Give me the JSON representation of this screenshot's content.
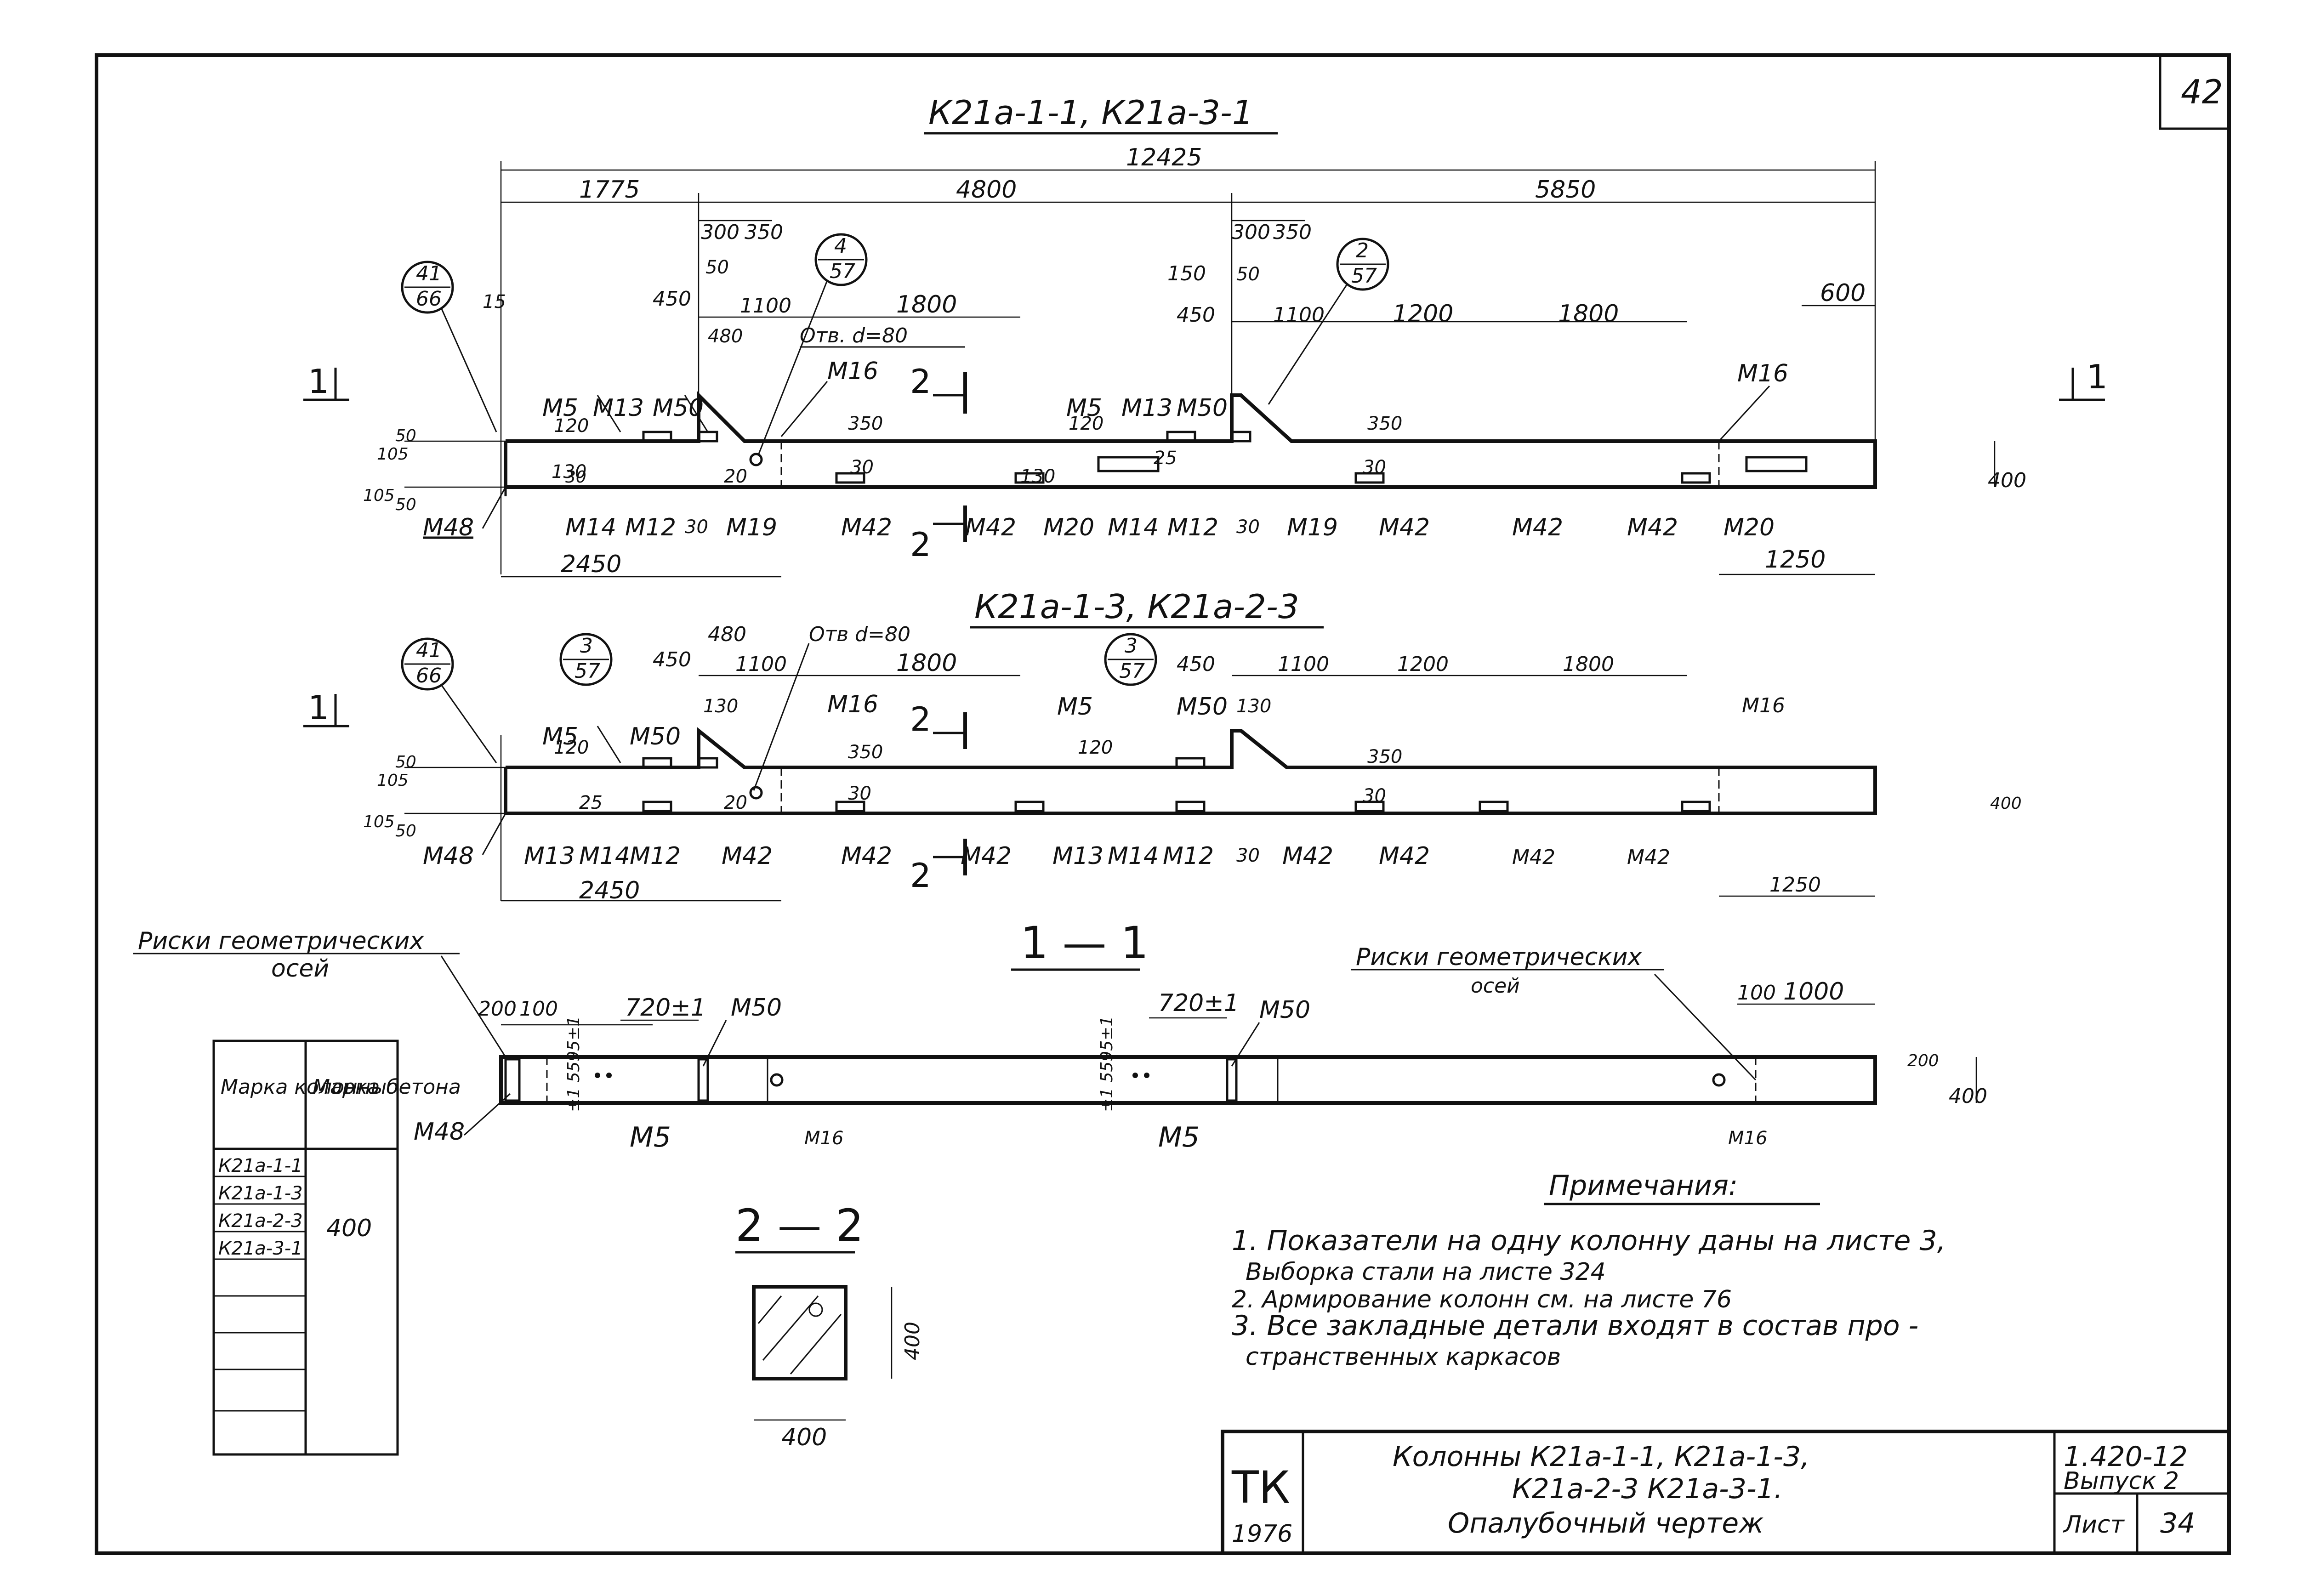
{
  "sheet_number": "42",
  "views": {
    "view1": {
      "title": "К21а-1-1, К21а-3-1",
      "overall": "12425",
      "segments": [
        "1775",
        "4800",
        "5850"
      ],
      "dims": [
        "300",
        "350",
        "300",
        "350",
        "50",
        "50",
        "450",
        "480",
        "1100",
        "1800",
        "150",
        "450",
        "1100",
        "1200",
        "1800",
        "600",
        "15",
        "120",
        "350",
        "120",
        "350",
        "30",
        "30",
        "30",
        "25",
        "20",
        "130",
        "130",
        "30",
        "30",
        "2450",
        "1250",
        "400",
        "50",
        "105",
        "105",
        "50"
      ],
      "marks": [
        "М5",
        "М13",
        "М50",
        "М16",
        "М5",
        "М13",
        "М50",
        "М16",
        "М48",
        "М14",
        "М12",
        "М19",
        "М42",
        "М42",
        "М20",
        "М14",
        "М12",
        "М19",
        "М42",
        "М42",
        "М42",
        "М20"
      ],
      "callouts": [
        {
          "top": "41",
          "bottom": "66"
        },
        {
          "top": "4",
          "bottom": "57"
        },
        {
          "top": "2",
          "bottom": "57"
        }
      ],
      "hole": "Отв. d=80",
      "section_marks": [
        "1",
        "1",
        "2",
        "2"
      ]
    },
    "view2": {
      "title": "К21а-1-3, К21а-2-3",
      "dims": [
        "450",
        "480",
        "1100",
        "1800",
        "130",
        "450",
        "1100",
        "1200",
        "1800",
        "130",
        "120",
        "350",
        "25",
        "20",
        "30",
        "30",
        "120",
        "350",
        "30",
        "2450",
        "1250",
        "400",
        "50",
        "105",
        "105",
        "50"
      ],
      "marks": [
        "М5",
        "М50",
        "М16",
        "М5",
        "М50",
        "М16",
        "М48",
        "М13",
        "М14",
        "М12",
        "М42",
        "М42",
        "М42",
        "М13",
        "М14",
        "М12",
        "М42",
        "М42",
        "М42",
        "М42"
      ],
      "callouts": [
        {
          "top": "41",
          "bottom": "66"
        },
        {
          "top": "3",
          "bottom": "57"
        },
        {
          "top": "3",
          "bottom": "57"
        }
      ],
      "hole": "Отв d=80",
      "section_marks": [
        "1",
        "2",
        "2"
      ]
    },
    "section11": {
      "title": "1 — 1",
      "axis_note_left": [
        "Риски геометрических",
        "осей"
      ],
      "axis_note_right": [
        "Риски геометрических",
        "осей"
      ],
      "dims": [
        "200",
        "100",
        "720±1",
        "720±1",
        "100",
        "1000",
        "200",
        "400"
      ],
      "vertical_dims": [
        "±1 5595±1",
        "±1 5595±1"
      ],
      "marks": [
        "М50",
        "М50",
        "М48",
        "М5",
        "М16",
        "М5",
        "М16"
      ]
    },
    "section22": {
      "title": "2 — 2",
      "dims": [
        "400",
        "400"
      ]
    }
  },
  "concrete_table": {
    "headers": [
      "Марка колонны",
      "Марка бетона"
    ],
    "rows": [
      "К21а-1-1",
      "К21а-1-3",
      "К21а-2-3",
      "К21а-3-1"
    ],
    "grade": "400"
  },
  "notes": {
    "title": "Примечания:",
    "items": [
      "1. Показатели на одну колонну даны на листе 3,",
      "Выборка стали на листе 324",
      "2. Армирование колонн см. на листе 76",
      "3. Все закладные детали входят в состав про -",
      "странственных каркасов"
    ]
  },
  "title_block": {
    "org": "ТК",
    "year": "1976",
    "title_lines": [
      "Колонны К21а-1-1, К21а-1-3,",
      "К21а-2-3 К21а-3-1.",
      "Опалубочный чертеж"
    ],
    "series": "1.420-12",
    "issue": "Выпуск 2",
    "sheet_label": "Лист",
    "sheet_value": "34"
  }
}
